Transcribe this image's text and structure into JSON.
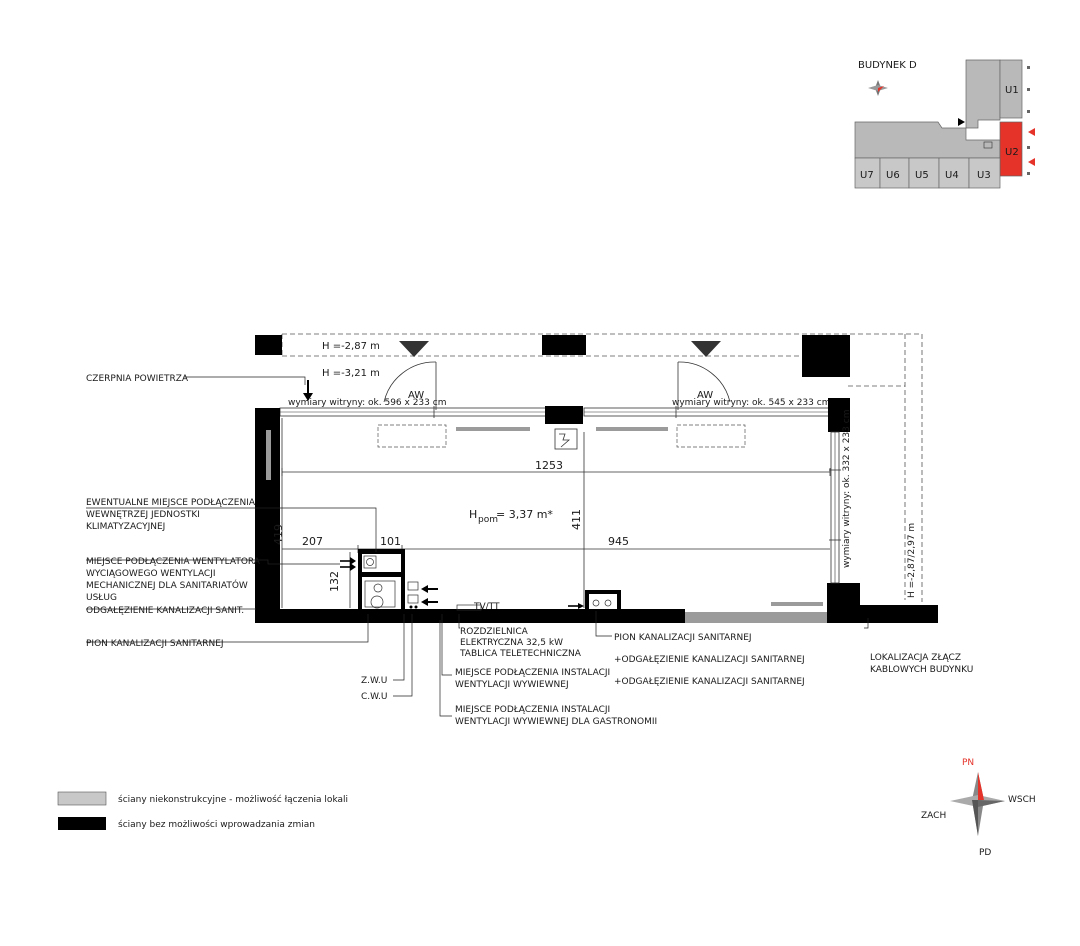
{
  "key_plan": {
    "title": "BUDYNEK D",
    "units": [
      "U1",
      "U2",
      "U3",
      "U4",
      "U5",
      "U6",
      "U7"
    ],
    "highlighted_unit": "U2",
    "highlight_color": "#e5332a"
  },
  "plan": {
    "heights": {
      "h1": "H =-2,87 m",
      "h2": "H =-3,21 m",
      "h_side": "H =-2,87/2,97 m"
    },
    "doors": [
      "AW",
      "AW"
    ],
    "windows": {
      "front_left": "wymiary witryny: ok. 596 x 233 cm",
      "front_right": "wymiary witryny: ok. 545 x 233 cm",
      "side": "wymiary witryny: ok. 332 x 233 cm"
    },
    "room_height": {
      "prefix": "H",
      "subscript": "pom",
      "value": "= 3,37 m*"
    },
    "dimensions": {
      "d1253": "1253",
      "d411": "411",
      "d419": "419",
      "d207": "207",
      "d101": "101",
      "d945": "945",
      "d132": "132"
    },
    "panel_label": "TV/TT"
  },
  "labels": {
    "czerpnia": "CZERPNIA POWIETRZA",
    "ewentualne": [
      "EWENTUALNE MIEJSCE PODŁĄCZENIA",
      "WEWNĘTRZEJ JEDNOSTKI",
      "KLIMATYZACYJNEJ"
    ],
    "wentylator": [
      "MIEJSCE PODŁĄCZENIA WENTYLATORA",
      "WYCIĄGOWEGO WENTYLACJI",
      "MECHANICZNEJ DLA SANITARIATÓW",
      "USŁUG"
    ],
    "odgalezienie_sanit": "ODGAŁĘZIENIE KANALIZACJI SANIT.",
    "pion_left": "PION KANALIZACJI SANITARNEJ",
    "rozdzielnica": [
      "ROZDZIELNICA",
      "ELEKTRYCZNA 32,5 kW",
      "TABLICA TELETECHNICZNA"
    ],
    "pion_right": "PION KANALIZACJI SANITARNEJ",
    "odgalezienie_1": "ODGAŁĘZIENIE KANALIZACJI SANITARNEJ",
    "odgalezienie_2": "ODGAŁĘZIENIE KANALIZACJI SANITARNEJ",
    "wentylacji_wywiewnej": [
      "MIEJSCE PODŁĄCZENIA INSTALACJI",
      "WENTYLACJI WYWIEWNEJ"
    ],
    "gastronomii": [
      "MIEJSCE PODŁĄCZENIA INSTALACJI",
      "WENTYLACJI WYWIEWNEJ DLA GASTRONOMII"
    ],
    "zwu": "Z.W.U",
    "cwu": "C.W.U",
    "lokalizacja": [
      "LOKALIZACJA ZŁĄCZ",
      "KABLOWYCH BUDYNKU"
    ]
  },
  "legend": [
    {
      "text": "ściany niekonstrukcyjne - możliwość łączenia lokali",
      "color": "#c8c8c8"
    },
    {
      "text": "ściany bez możliwości wprowadzania zmian",
      "color": "#000000"
    }
  ],
  "compass": {
    "north": "PN",
    "east": "WSCH",
    "west": "ZACH",
    "south": "PD",
    "accent": "#e5332a"
  }
}
